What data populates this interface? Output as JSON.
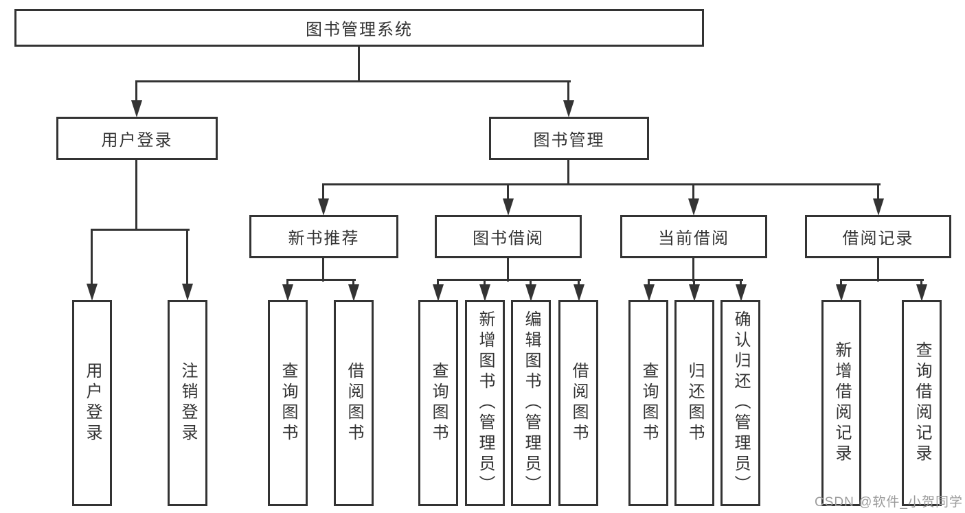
{
  "colors": {
    "line": "#333333",
    "box_border": "#333333",
    "box_background": "#ffffff",
    "text": "#333333",
    "watermark": "#9b9b9b"
  },
  "nodes": {
    "root": "图书管理系统",
    "user_login": "用户登录",
    "book_mgmt": "图书管理",
    "new_book_rec": "新书推荐",
    "book_borrow": "图书借阅",
    "current_borrow": "当前借阅",
    "borrow_record": "借阅记录",
    "leaf_user_login": "用户登录",
    "leaf_logout": "注销登录",
    "leaf_query_book_a": "查询图书",
    "leaf_borrow_book_a": "借阅图书",
    "leaf_query_book_b": "查询图书",
    "leaf_add_book": "新增图书（管理员）",
    "leaf_edit_book": "编辑图书（管理员）",
    "leaf_borrow_book_b": "借阅图书",
    "leaf_query_book_c": "查询图书",
    "leaf_return_book": "归还图书",
    "leaf_confirm_return": "确认归还（管理员）",
    "leaf_add_record": "新增借阅记录",
    "leaf_query_record": "查询借阅记录"
  },
  "watermark": "CSDN @软件_小贺同学"
}
